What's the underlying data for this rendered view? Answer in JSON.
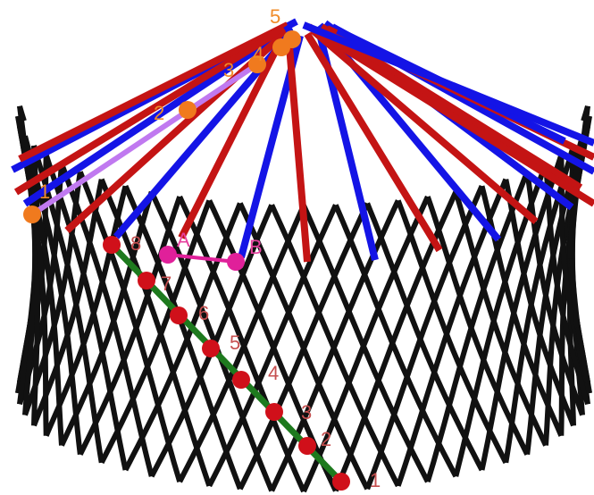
{
  "colors": {
    "lattice": "#111111",
    "blue_rafter": "#1414e6",
    "red_rafter": "#c41414",
    "green_edge": "#1e7a1e",
    "orange_point": "#f07a1e",
    "red_point": "#d0101a",
    "magenta_point": "#e0209a",
    "violet_segment": "#c079f0",
    "label_orange": "#f08c2a",
    "label_red": "#c65050",
    "label_pink": "#e6409e"
  },
  "diagram": {
    "orange_labels": [
      "1",
      "2",
      "3",
      "4",
      "5"
    ],
    "red_labels": [
      "1",
      "2",
      "3",
      "4",
      "5",
      "6",
      "7",
      "8"
    ],
    "pink_labels": [
      "A",
      "B"
    ]
  }
}
